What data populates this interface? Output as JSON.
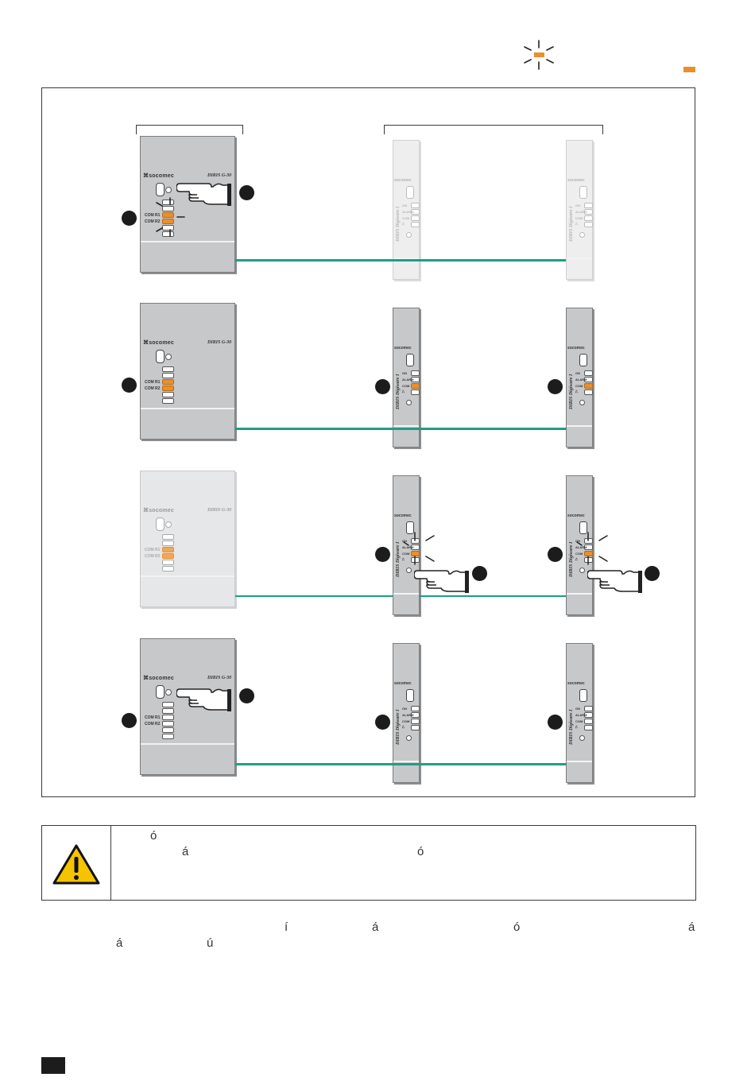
{
  "legend": {
    "led_icon": "blinking-led-icon",
    "orange_marker_color": "#e8902c"
  },
  "colors": {
    "accent_orange": "#e8902c",
    "bus_green": "#1f9e86",
    "device_grey": "#c7c8ca"
  },
  "devices": {
    "g30": {
      "brand": "⌘socomec",
      "model": "DIRIS  G-30",
      "com_r1": "COM R1",
      "com_r2": "COM R2"
    },
    "i30": {
      "brand": "socomec",
      "on": "ON",
      "alarm": "ALARM",
      "com": "COM",
      "pulse": "⎍",
      "vertical_label": "DIRIS  Digiware  I"
    }
  },
  "warning": {
    "icon": "warning-triangle-icon",
    "char_1": "ó",
    "char_2": "á",
    "char_3": "ó"
  },
  "body_text": {
    "char_1": "í",
    "char_2": "á",
    "char_3": "ó",
    "char_4": "á",
    "char_5": "á",
    "char_6": "ú"
  }
}
